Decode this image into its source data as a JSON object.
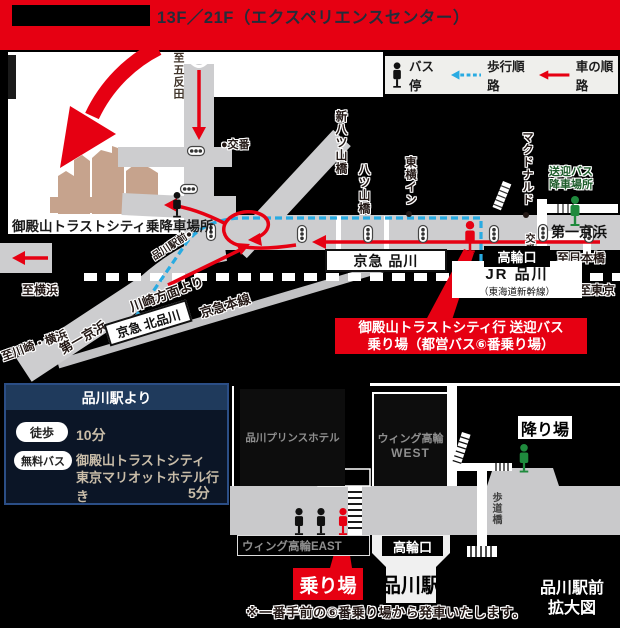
{
  "banner": {
    "floor_label": "13F／21F（エクスペリエンスセンター）"
  },
  "legend": {
    "bus_stop": "バス停",
    "walk_route": "歩行順路",
    "car_route": "車の順路"
  },
  "map": {
    "labels": {
      "to_gotanda": "至五反田",
      "koban_top": "●交番",
      "shin_yatsuyama_bridge": "新八ツ山橋",
      "yatsuyama_bridge": "八ツ山橋",
      "toyoko_inn": "東横イン",
      "mcdonalds": "マクドナルド",
      "shuttle_dropoff_line1": "送迎バス",
      "shuttle_dropoff_line2": "降車場所",
      "daiichi_keihin_east": "第一京浜",
      "to_nihombashi": "至日本橋",
      "to_tokyo": "至東京",
      "koban_right": "交番",
      "takanawa_exit": "高輪口",
      "keikyu_shinagawa": "京急 品川",
      "jr_shinagawa": "JR 品川",
      "jr_shinkansen": "（東海道新幹線）",
      "trust_city_stop": "御殿山トラストシティ乗降車場所",
      "from_kawasaki": "川崎方面より",
      "daiichi_keihin_west": "第一京浜",
      "keikyu_kita_shinagawa": "京急 北品川",
      "keikyu_main_line": "京急本線",
      "to_kawasaki_yokohama": "至川崎・横浜",
      "to_yokohama": "至横浜",
      "shinagawa_ekimae": "品川駅前●"
    },
    "callout": {
      "line1": "御殿山トラストシティ行 送迎バス",
      "line2": "乗り場（都営バス⑥番乗り場）"
    }
  },
  "info_box": {
    "title": "品川駅より",
    "walk_label": "徒歩",
    "walk_time": "10分",
    "bus_label": "無料バス",
    "bus_dest_line1": "御殿山トラストシティ",
    "bus_dest_line2": "東京マリオットホテル行き",
    "bus_time": "5分"
  },
  "station_map": {
    "prince_hotel": "品川プリンスホテル",
    "wing_west_line1": "ウィング高輪",
    "wing_west_line2": "WEST",
    "wing_east": "ウィング高輪EAST",
    "drop_off": "降り場",
    "boarding": "乗り場",
    "takanawa_exit": "高輪口",
    "shinagawa_station": "品川駅",
    "footbridge": "歩道橋",
    "note": "※一番手前の⑥番乗り場から発車いたします。",
    "title_line1": "品川駅前",
    "title_line2": "拡大図"
  },
  "colors": {
    "accent_red": "#e60012",
    "road_gray": "#cdcdcf",
    "walk_blue": "#29abe2",
    "bus_green": "#1f8a3d",
    "info_border": "#2b4e86"
  }
}
